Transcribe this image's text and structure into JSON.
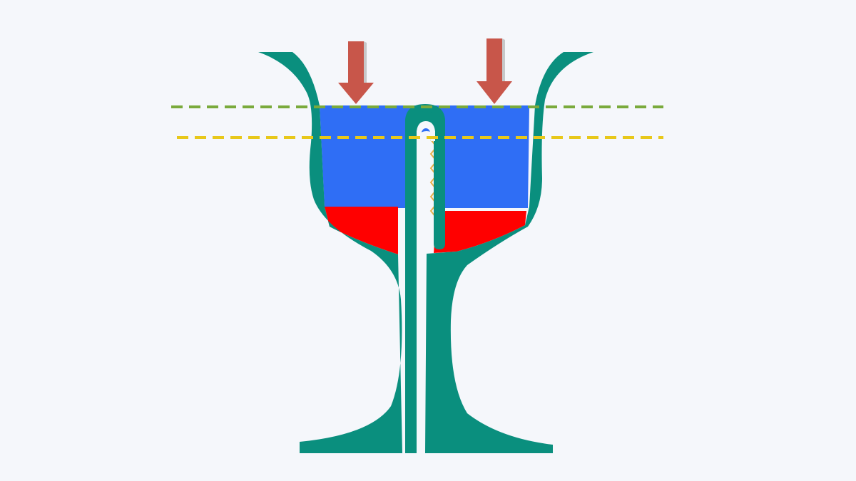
{
  "diagram": {
    "colors": {
      "background": "#f5f7fb",
      "cup_body": "#0a8f7e",
      "water": "#2f6ef5",
      "heavy_liquid": "#ff0000",
      "pressure_arrow": "#c8564a",
      "level_upper": "#7aaa3c",
      "level_lower": "#e8c81a",
      "zigzag": "#e8b04a",
      "tube_interior": "#f5f7fb"
    },
    "elements": [
      {
        "name": "cup-body",
        "type": "vessel"
      },
      {
        "name": "water-layer",
        "type": "liquid"
      },
      {
        "name": "heavy-liquid-left",
        "type": "liquid"
      },
      {
        "name": "heavy-liquid-right",
        "type": "liquid"
      },
      {
        "name": "central-siphon-tube",
        "type": "tube"
      },
      {
        "name": "upper-level-line",
        "type": "dashed-line"
      },
      {
        "name": "lower-level-line",
        "type": "dashed-line"
      },
      {
        "name": "pressure-arrow-left",
        "type": "arrow"
      },
      {
        "name": "pressure-arrow-right",
        "type": "arrow"
      }
    ]
  }
}
